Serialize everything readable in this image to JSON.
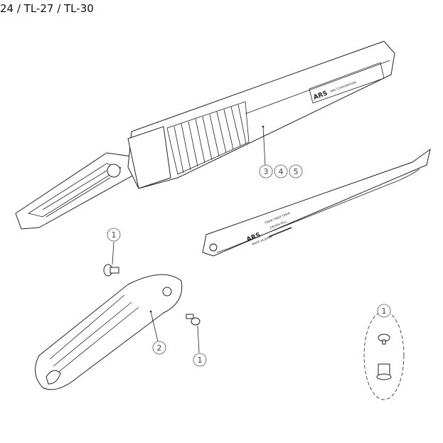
{
  "title": "24 / TL-27 / TL-30",
  "logo_text": {
    "brand": "ARS",
    "sheath_label": "ARS CORPORATION",
    "made_in": "MADE IN JAPAN",
    "pull": "ZIEHEN PULL",
    "tirar": "TIRAR TIRER TIRAN"
  },
  "callouts": {
    "screw_top": "1",
    "handle": "2",
    "screw_bottom": "1",
    "sheath_parts": [
      "3",
      "4",
      "5"
    ],
    "screw_set": "1"
  }
}
